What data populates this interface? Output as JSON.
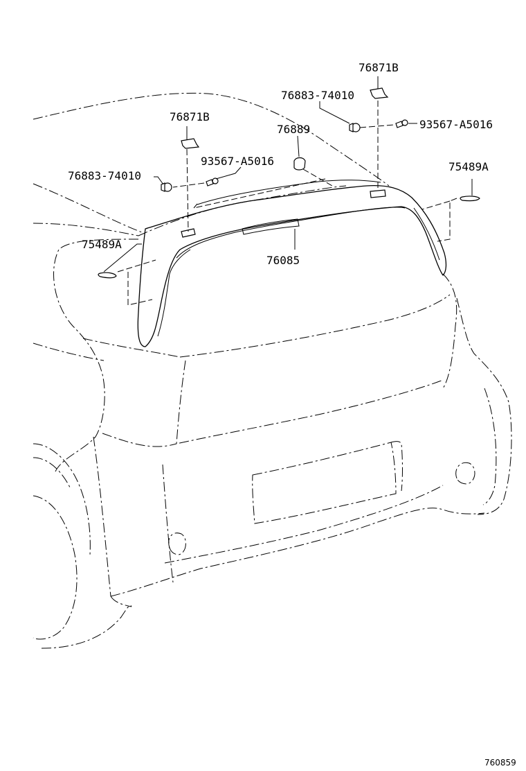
{
  "labels": {
    "clip_top_right": "76871B",
    "screw_top_right": "76883-74010",
    "nut_right": "93567-A5016",
    "grommet": "76889",
    "clip_left": "76871B",
    "nut_left": "93567-A5016",
    "screw_left": "76883-74010",
    "emblem_right": "75489A",
    "emblem_left": "75489A",
    "spoiler": "76085"
  },
  "reference_code": "760859"
}
